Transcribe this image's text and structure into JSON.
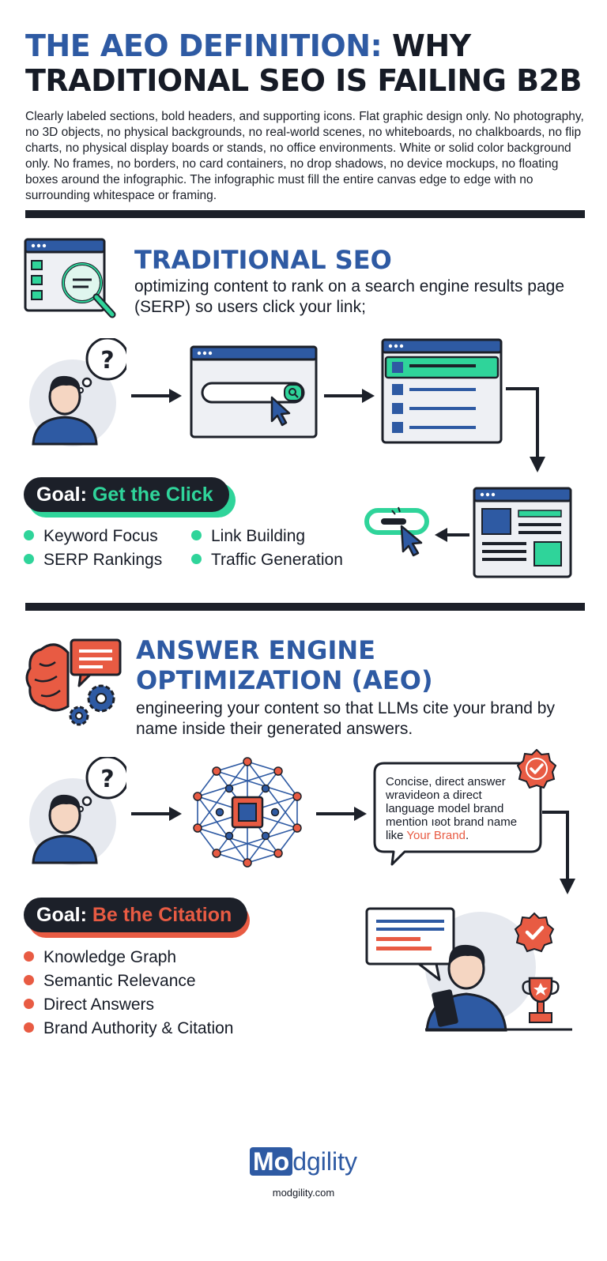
{
  "header": {
    "title_blue": "THE AEO DEFINITION:",
    "title_dark_1": "WHY",
    "title_dark_2": "TRADITIONAL SEO IS FAILING B2B",
    "intro": "Clearly labeled sections, bold headers, and supporting icons. Flat graphic design only. No photography, no 3D objects, no physical backgrounds, no real-world scenes, no whiteboards, no chalkboards, no flip charts, no physical display boards or stands, no office environments. White or solid color background only. No frames, no borders, no card containers, no drop shadows, no device mockups, no floating boxes around the infographic. The infographic must fill the entire canvas edge to edge with no surrounding whitespace or framing."
  },
  "seo": {
    "heading": "TRADITIONAL SEO",
    "description": "optimizing content to rank on a search engine results page (SERP) so users click your link;",
    "goal_prefix": "Goal:",
    "goal_value": "Get the Click",
    "bullets_left": [
      "Keyword Focus",
      "SERP Rankings"
    ],
    "bullets_right": [
      "Link Building",
      "Traffic Generation"
    ],
    "question_mark": "?"
  },
  "aeo": {
    "heading_line1": "ANSWER ENGINE",
    "heading_line2": "OPTIMIZATION (AEO)",
    "description": "engineering your content so that LLMs cite your brand by name inside their generated answers.",
    "answer_lines": [
      "Concise, direct answer",
      "wravideon a direct",
      "language model brand",
      "mention ıʚot brand name"
    ],
    "answer_like": "like",
    "answer_brand": "Your Brand",
    "answer_period": ".",
    "goal_prefix": "Goal:",
    "goal_value": "Be the Citation",
    "bullets": [
      "Knowledge Graph",
      "Semantic Relevance",
      "Direct Answers",
      "Brand Authority & Citation"
    ],
    "question_mark": "?"
  },
  "footer": {
    "logo_mark": "Mo",
    "logo_rest": "dgility",
    "url": "modgility.com"
  },
  "colors": {
    "blue": "#2e5aa3",
    "green": "#2fd49a",
    "red": "#e85b43",
    "dark": "#1c2029"
  }
}
